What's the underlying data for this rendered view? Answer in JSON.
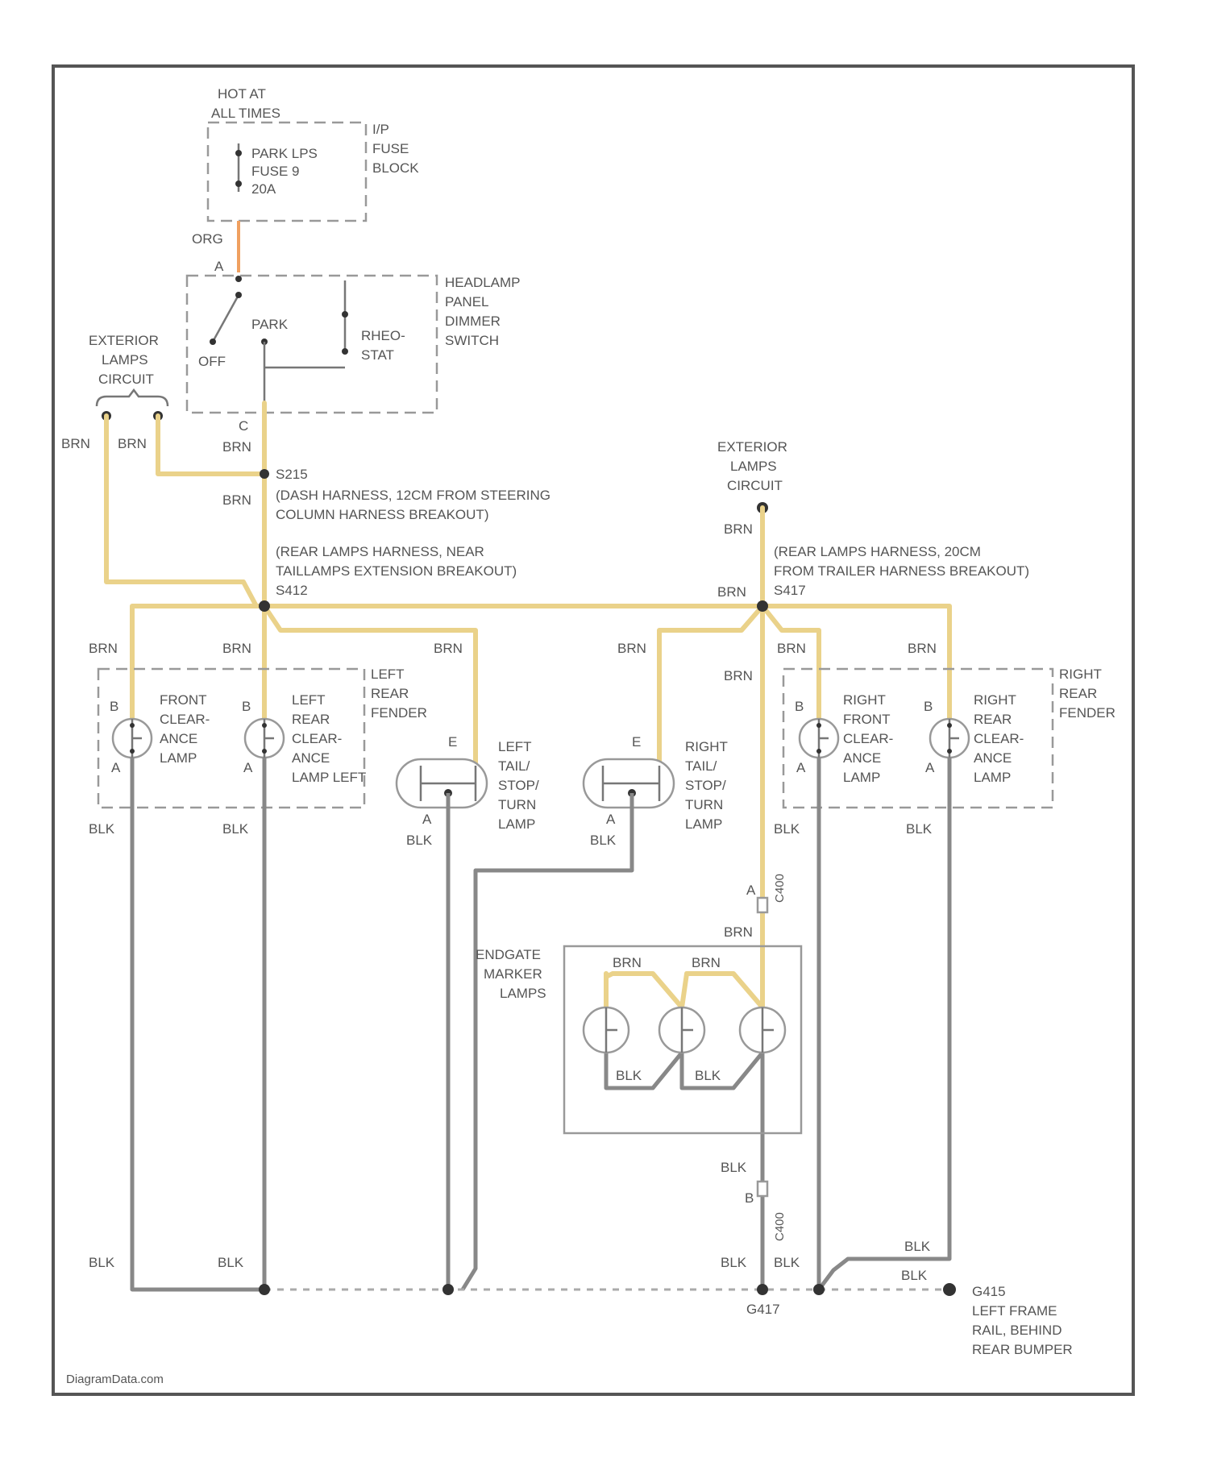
{
  "labels": {
    "hot": [
      "HOT AT",
      "ALL TIMES"
    ],
    "fuse": [
      "PARK LPS",
      "FUSE 9",
      "20A"
    ],
    "ip_fuse_block": [
      "I/P",
      "FUSE",
      "BLOCK"
    ],
    "org": "ORG",
    "a": "A",
    "b": "B",
    "c": "C",
    "e": "E",
    "switch": [
      "HEADLAMP",
      "PANEL",
      "DIMMER",
      "SWITCH"
    ],
    "park": "PARK",
    "off": "OFF",
    "rheostat": [
      "RHEO-",
      "STAT"
    ],
    "ext_lamps": [
      "EXTERIOR",
      "LAMPS",
      "CIRCUIT"
    ],
    "brn": "BRN",
    "blk": "BLK",
    "s215": "S215",
    "s215_desc": [
      "(DASH HARNESS, 12CM FROM STEERING",
      "COLUMN HARNESS BREAKOUT)"
    ],
    "s412_desc": [
      "(REAR LAMPS HARNESS, NEAR",
      "TAILLAMPS EXTENSION BREAKOUT)"
    ],
    "s412": "S412",
    "s417_desc": [
      "(REAR LAMPS HARNESS, 20CM",
      "FROM TRAILER HARNESS BREAKOUT)"
    ],
    "s417": "S417",
    "left_rear_fender": [
      "LEFT",
      "REAR",
      "FENDER"
    ],
    "right_rear_fender": [
      "RIGHT",
      "REAR",
      "FENDER"
    ],
    "front_clear": [
      "FRONT",
      "CLEAR-",
      "ANCE",
      "LAMP"
    ],
    "left_rear_clear": [
      "LEFT",
      "REAR",
      "CLEAR-",
      "ANCE",
      "LAMP LEFT"
    ],
    "left_tail": [
      "LEFT",
      "TAIL/",
      "STOP/",
      "TURN",
      "LAMP"
    ],
    "right_tail": [
      "RIGHT",
      "TAIL/",
      "STOP/",
      "TURN",
      "LAMP"
    ],
    "right_front_clear": [
      "RIGHT",
      "FRONT",
      "CLEAR-",
      "ANCE",
      "LAMP"
    ],
    "right_rear_clear": [
      "RIGHT",
      "REAR",
      "CLEAR-",
      "ANCE",
      "LAMP"
    ],
    "endgate": [
      "ENDGATE",
      "MARKER",
      "LAMPS"
    ],
    "c400": "C400",
    "g417": "G417",
    "g415_desc": [
      "G415",
      "LEFT FRAME",
      "RAIL, BEHIND",
      "REAR BUMPER"
    ],
    "watermark": "DiagramData.com"
  },
  "colors": {
    "brn_wire": "#ead28a",
    "org_wire": "#f0a060",
    "blk_wire": "#888888",
    "line": "#555555"
  }
}
